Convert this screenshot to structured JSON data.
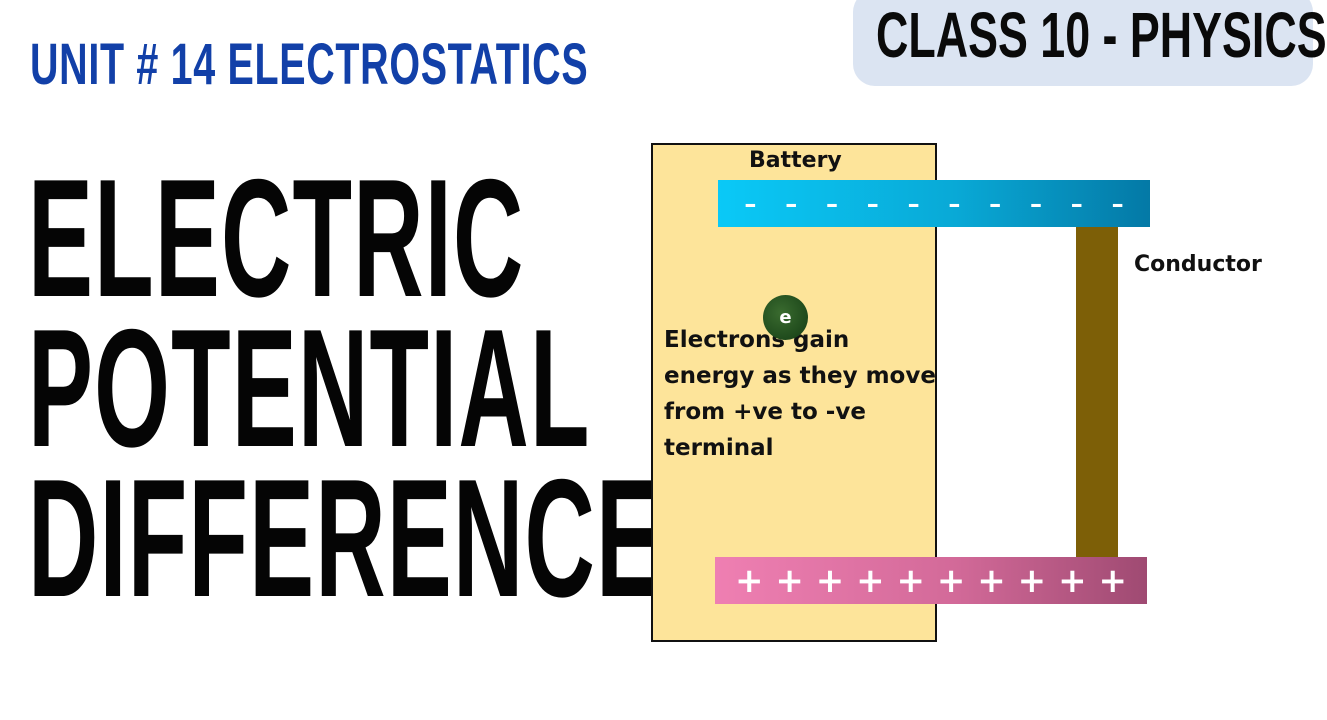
{
  "header": {
    "unit_title": "UNIT # 14 ELECTROSTATICS",
    "class_badge": "CLASS 10 - PHYSICS"
  },
  "title": {
    "line1": "ELECTRIC",
    "line2": "POTENTIAL",
    "line3": "DIFFERENCE"
  },
  "diagram": {
    "battery_label": "Battery",
    "conductor_label": "Conductor",
    "electron_label": "e",
    "negative_sign": "–",
    "positive_sign": "+",
    "note_lines": [
      "Electrons gain",
      "energy as they move",
      "from +ve to -ve",
      "terminal"
    ]
  },
  "colors": {
    "unit_title": "#1240a8",
    "badge_bg": "#dbe4f2",
    "battery_fill": "#fde49a",
    "negative_plate": "#0aa9d6",
    "positive_plate": "#d36a99",
    "conductor": "#7d5f07",
    "electron": "#1f4a1c"
  }
}
